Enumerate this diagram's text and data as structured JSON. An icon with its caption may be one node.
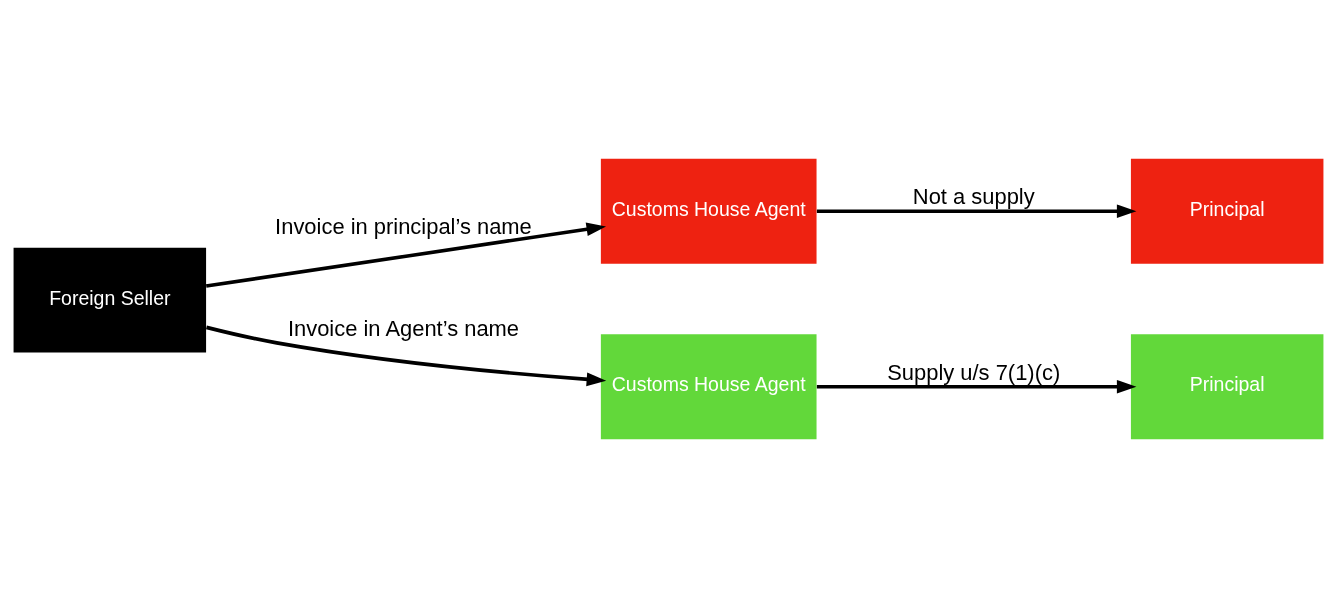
{
  "diagram": {
    "nodes": [
      {
        "text": [
          "Foreign Seller"
        ]
      },
      {
        "text": [
          "Customs House Agent"
        ]
      },
      {
        "text": [
          "Principal"
        ]
      },
      {
        "text": [
          "Customs House Agent"
        ]
      },
      {
        "text": [
          "Principal"
        ]
      }
    ],
    "edges": [
      {
        "from": 0,
        "to": 1,
        "arrow": "to",
        "label": "Invoice in principal’s name"
      },
      {
        "from": 1,
        "to": 2,
        "arrow": "to",
        "label": "Not a supply"
      },
      {
        "from": 0,
        "to": 3,
        "arrow": "to",
        "label": "Invoice in Agent’s name"
      },
      {
        "from": 3,
        "to": 4,
        "arrow": "to",
        "label": "Supply u/s 7(1)(c)"
      }
    ]
  }
}
